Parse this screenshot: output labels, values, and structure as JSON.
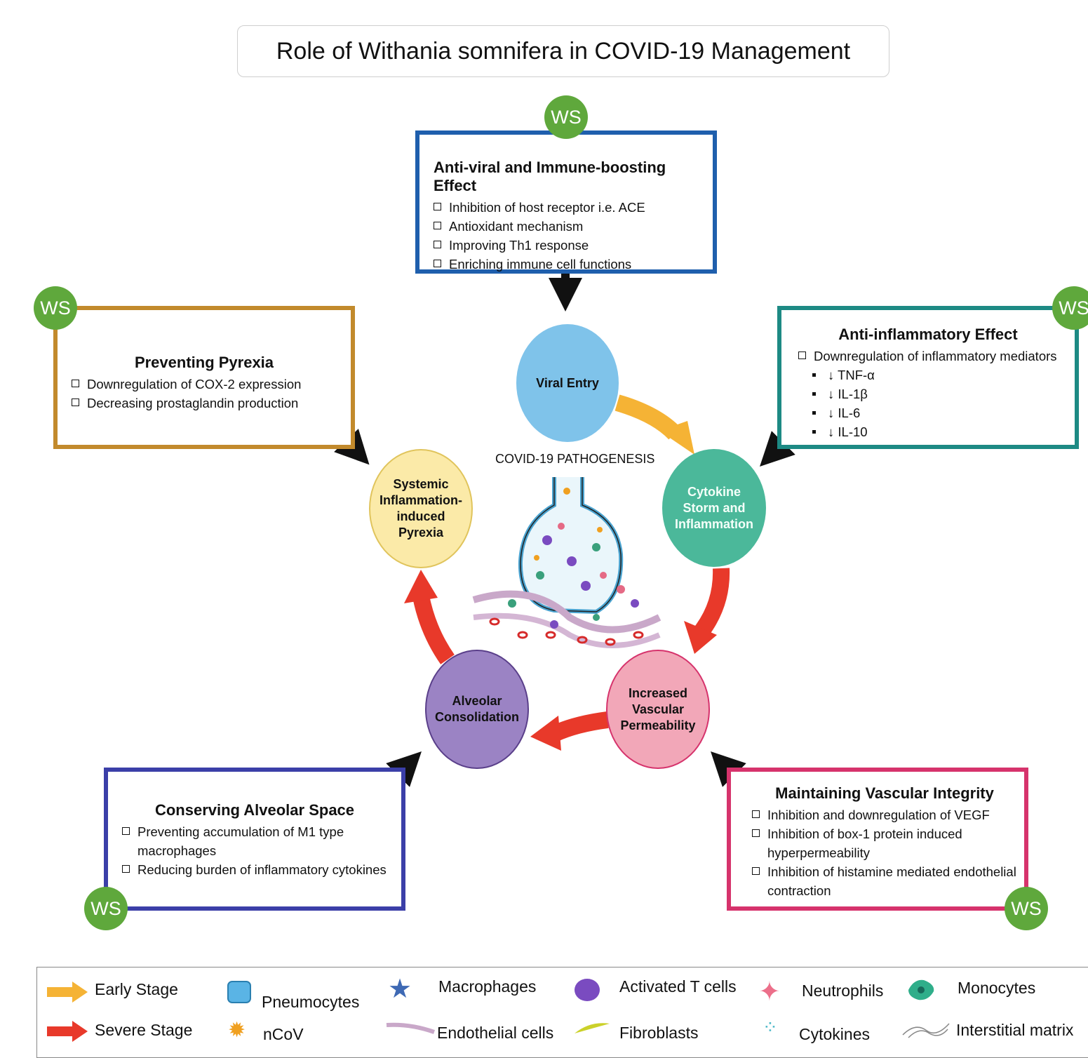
{
  "title": "Role of Withania somnifera in COVID-19 Management",
  "ws_label": "WS",
  "center_label": "COVID-19 PATHOGENESIS",
  "boxes": {
    "antiviral": {
      "heading": "Anti-viral and Immune-boosting Effect",
      "items": [
        "Inhibition of host receptor i.e. ACE",
        "Antioxidant mechanism",
        "Improving Th1 response",
        "Enriching immune cell functions"
      ],
      "color": "#1f5fad"
    },
    "pyrexia": {
      "heading": "Preventing Pyrexia",
      "items": [
        "Downregulation of COX-2 expression",
        "Decreasing prostaglandin production"
      ],
      "color": "#c28a2c"
    },
    "antiinflammatory": {
      "heading": "Anti-inflammatory Effect",
      "item": "Downregulation of inflammatory mediators",
      "subitems": [
        "↓ TNF-α",
        "↓ IL-1β",
        "↓ IL-6",
        "↓ IL-10"
      ],
      "color": "#1d8a84"
    },
    "alveolar": {
      "heading": "Conserving Alveolar Space",
      "item1": "Preventing accumulation of M1 type",
      "item1_cont": "macrophages",
      "item2": "Reducing burden of inflammatory cytokines",
      "color": "#3b3fa8"
    },
    "vascular": {
      "heading": "Maintaining Vascular Integrity",
      "item1": "Inhibition and downregulation of VEGF",
      "item2": "Inhibition of box-1 protein induced",
      "item2_cont": "hyperpermeability",
      "item3": "Inhibition of histamine mediated endothelial",
      "item3_cont": "contraction",
      "color": "#d6336c"
    }
  },
  "stages": {
    "viral_entry": {
      "label": "Viral Entry",
      "color": "#7fc3ea"
    },
    "cytokine": {
      "label": "Cytokine\nStorm and\nInflammation",
      "color": "#4bb89a"
    },
    "vascular": {
      "label": "Increased\nVascular\nPermeability",
      "color": "#f2a7b8"
    },
    "alveolar": {
      "label": "Alveolar\nConsolidation",
      "color": "#9b83c4"
    },
    "pyrexia": {
      "label": "Systemic\nInflammation-\ninduced\nPyrexia",
      "color": "#fbeaa8"
    }
  },
  "legend": {
    "early": "Early Stage",
    "severe": "Severe Stage",
    "pneumocytes": "Pneumocytes",
    "ncov": "nCoV",
    "macrophages": "Macrophages",
    "endothelial": "Endothelial cells",
    "tcells": "Activated T cells",
    "fibroblasts": "Fibroblasts",
    "neutrophils": "Neutrophils",
    "cytokines": "Cytokines",
    "monocytes": "Monocytes",
    "matrix": "Interstitial matrix"
  },
  "colors": {
    "early_arrow": "#f5b335",
    "severe_arrow": "#e8392a",
    "ws_green": "#5fa83c"
  }
}
